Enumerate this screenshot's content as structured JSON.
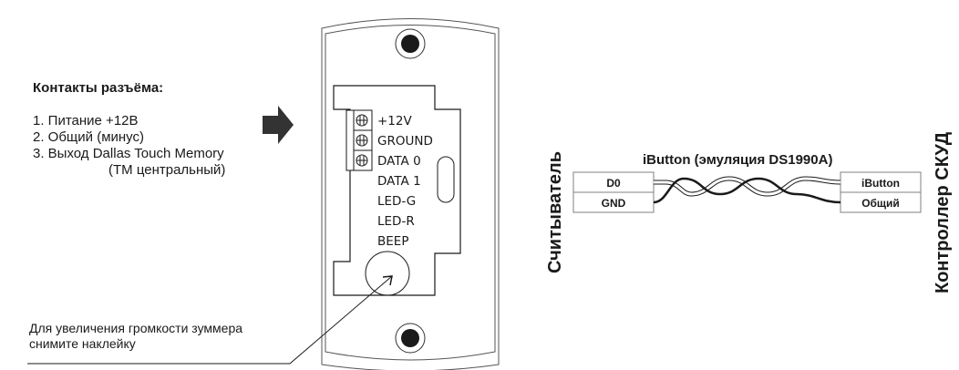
{
  "contacts": {
    "title": "Контакты разъёма:",
    "items": [
      "1. Питание +12В",
      "2. Общий (минус)",
      "3. Выход Dallas Touch Memory",
      "(ТМ центральный)"
    ]
  },
  "reader_pins": [
    "+12V",
    "GROUND",
    "DATA 0",
    "DATA 1",
    "LED-G",
    "LED-R",
    "BEEP"
  ],
  "note": {
    "line1": "Для увеличения громкости зуммера",
    "line2": "снимите наклейку"
  },
  "wiring": {
    "title": "iButton (эмуляция DS1990A)",
    "left_side_label": "Считыватель",
    "right_side_label": "Контроллер СКУД",
    "left_box": [
      "D0",
      "GND"
    ],
    "right_box": [
      "iButton",
      "Общий"
    ]
  },
  "colors": {
    "line": "#1a1a1a",
    "box_border": "#808080",
    "arrow_fill": "#333333",
    "screw_hole": "#1a1a1a"
  }
}
